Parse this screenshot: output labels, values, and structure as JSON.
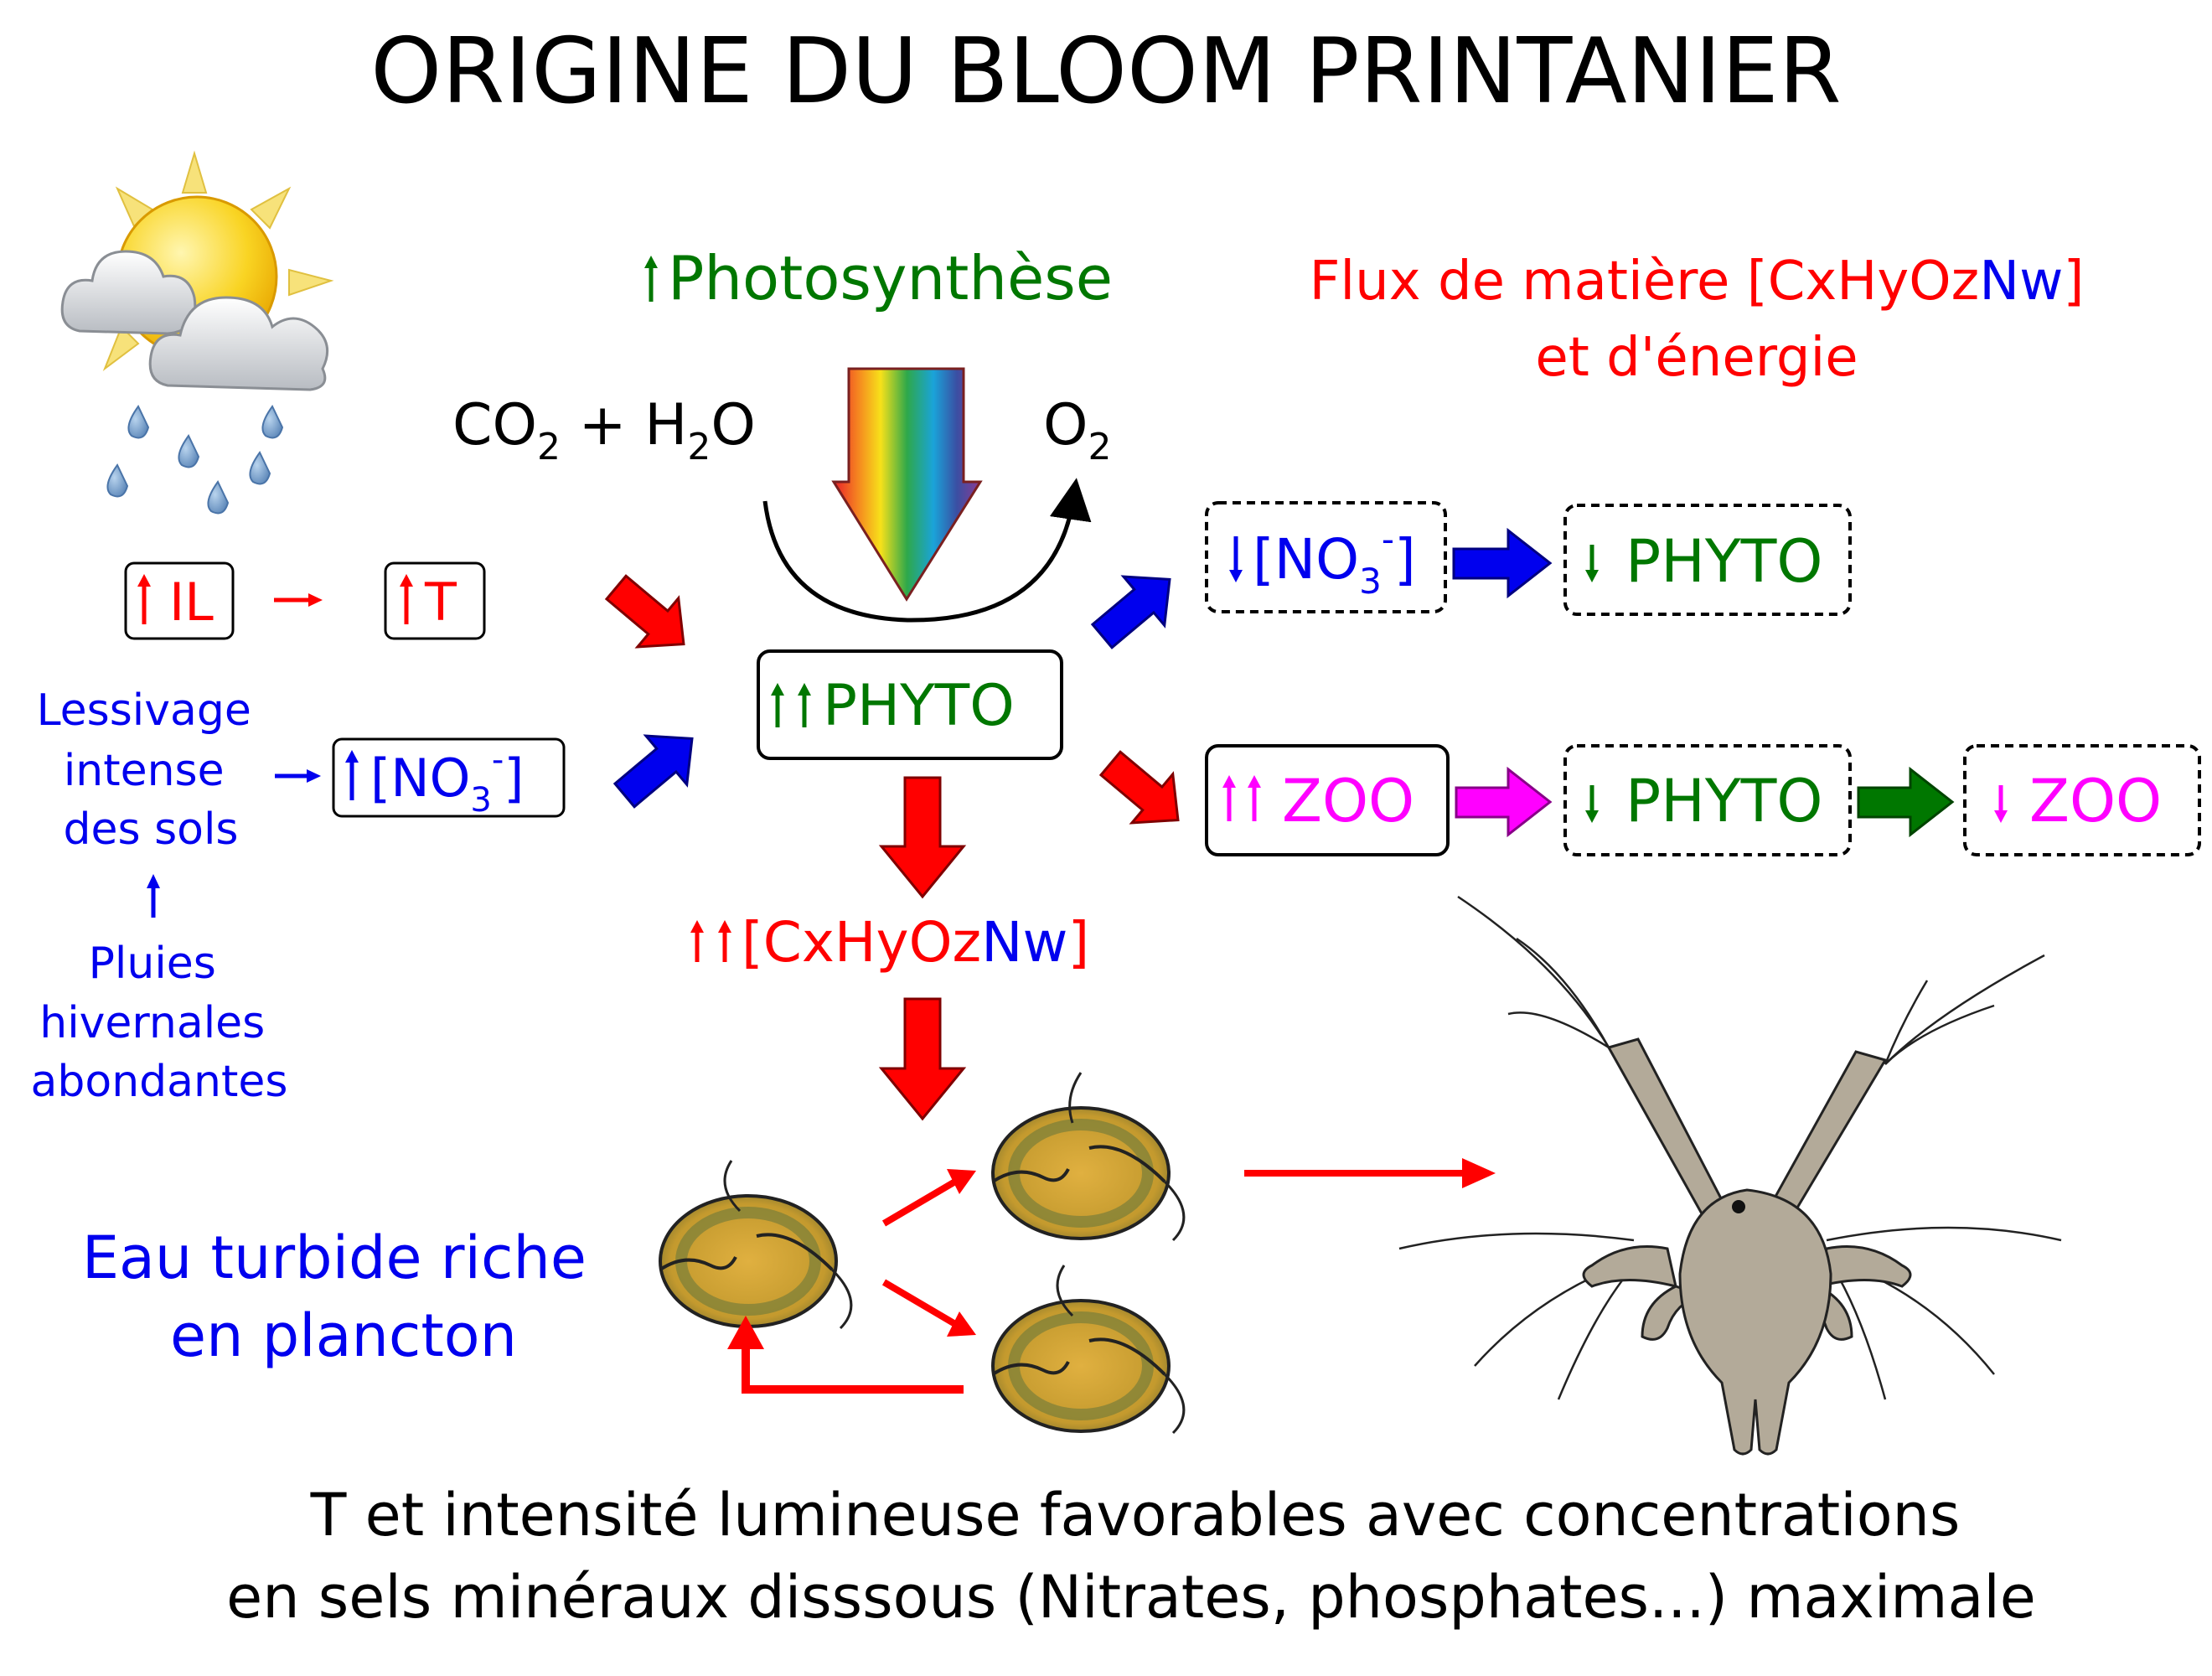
{
  "title": "ORIGINE DU BLOOM PRINTANIER",
  "colors": {
    "red": "#ff0000",
    "blue": "#0000ee",
    "green": "#007700",
    "magenta": "#ff00ff",
    "black": "#000000",
    "algae_fill": "#c8a030",
    "algae_rim": "#6d7a3a",
    "nauplius": "#b3aa99",
    "dark_green_arrow": "#007700"
  },
  "left": {
    "il": "IL",
    "t": "T",
    "no3_prefix": "[NO",
    "no3_sub": "3",
    "no3_sup": "-",
    "no3_suffix": "]",
    "lessivage_lines": [
      "Lessivage",
      "intense",
      "des sols"
    ],
    "pluies_lines": [
      "Pluies",
      "hivernales",
      "abondantes"
    ],
    "eau_lines": [
      "Eau turbide riche",
      "en plancton"
    ]
  },
  "center": {
    "photosynthese": "Photosynthèse",
    "co2_a": "CO",
    "co2_sub": "2",
    "plus": " + H",
    "h2o_sub": "2",
    "h2o_end": "O",
    "o2": "O",
    "o2_sub": "2",
    "phyto": "PHYTO",
    "cxhyoz": "[CxHyOz",
    "nw": "Nw",
    "close_bracket": "]"
  },
  "right": {
    "flux_line1_a": "Flux de matière [CxHyOz",
    "flux_line1_nw": "Nw",
    "flux_line1_end": "]",
    "flux_line2": "et d'énergie",
    "no3_prefix": "[NO",
    "no3_sub": "3",
    "no3_sup": "-",
    "no3_suffix": "]",
    "phyto_down_1": "PHYTO",
    "zoo": "ZOO",
    "phyto_down_2": "PHYTO",
    "zoo_down": "ZOO"
  },
  "bottom": {
    "line1": "T et intensité lumineuse favorables avec concentrations",
    "line2": "en sels minéraux disssous (Nitrates, phosphates...) maximale"
  },
  "icons": [
    "weather-sun-cloud-rain-icon",
    "rainbow-light-arrow-icon",
    "dinoflagellate-icon",
    "nauplius-larva-icon"
  ]
}
